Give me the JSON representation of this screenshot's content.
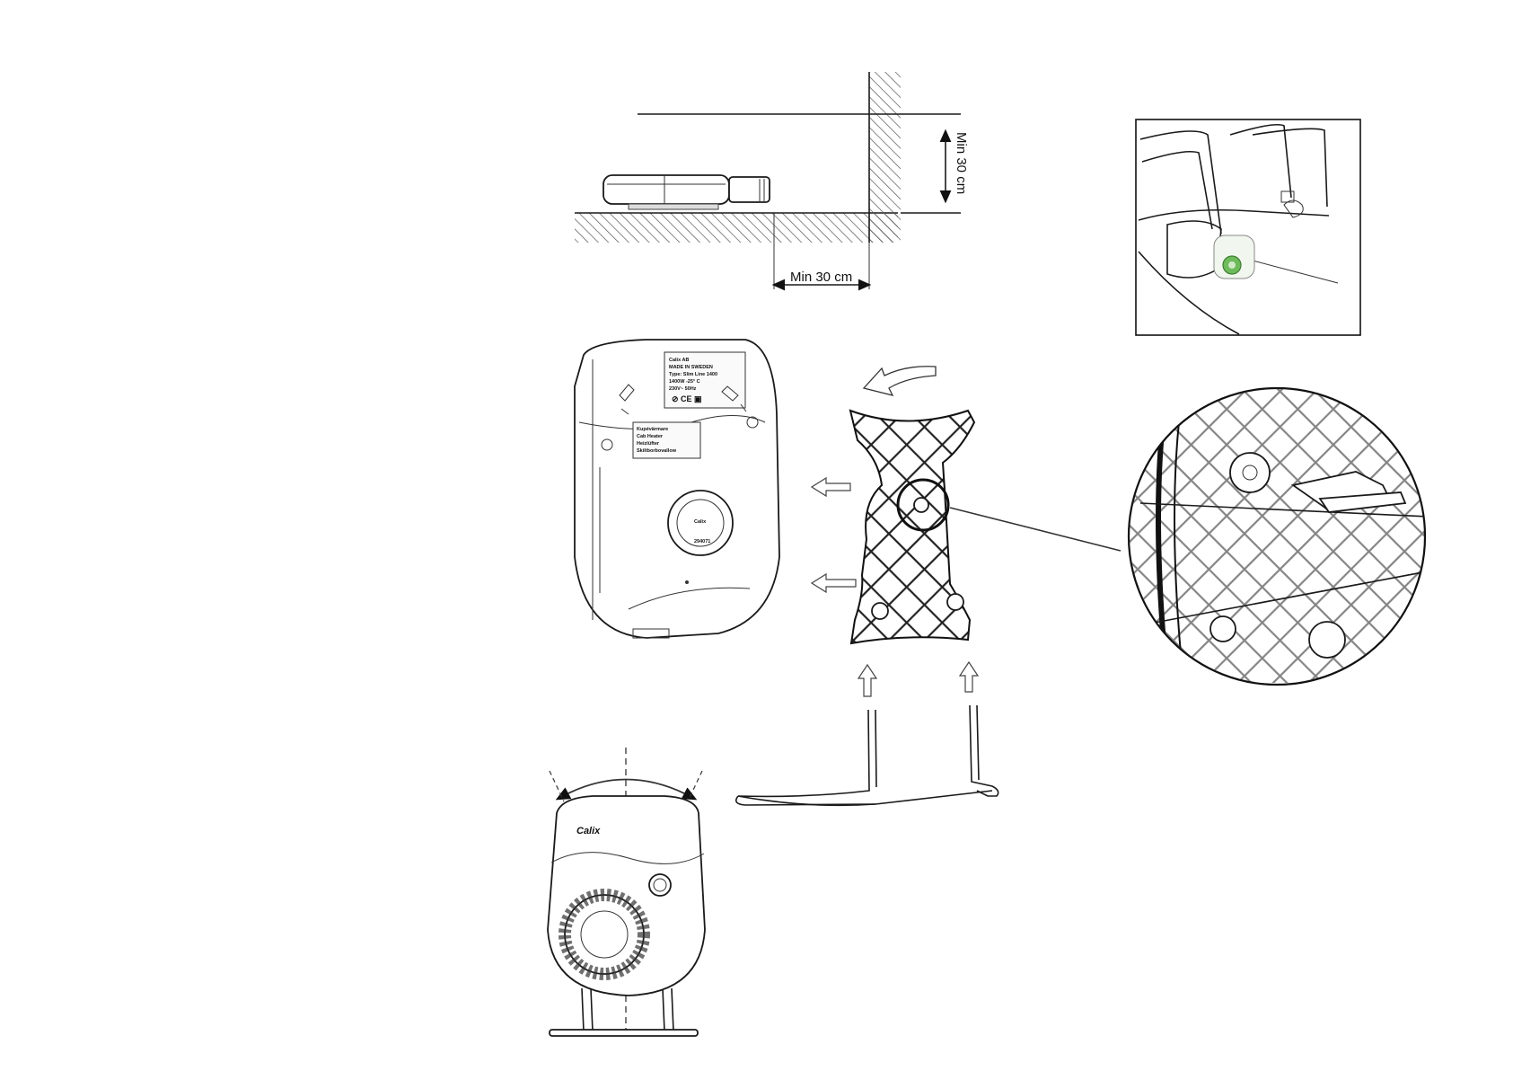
{
  "clearance": {
    "vertical_label": "Min 30 cm",
    "horizontal_label": "Min 30 cm"
  },
  "rating_plate": {
    "lines": [
      "Calix AB",
      "MADE IN SWEDEN",
      "Type: Slim Line 1400",
      "1400W -25° C",
      "230V~ 50Hz"
    ]
  },
  "name_plate": {
    "lines": [
      "Kupévärmare",
      "Cab Heater",
      "Heizlüfter",
      "Skiltborbovallow"
    ]
  },
  "center_part_number": "294071",
  "brand": "Calix",
  "colors": {
    "line": "#1a1a1a",
    "hatch": "#555555",
    "highlight": "#6dbb5a"
  }
}
